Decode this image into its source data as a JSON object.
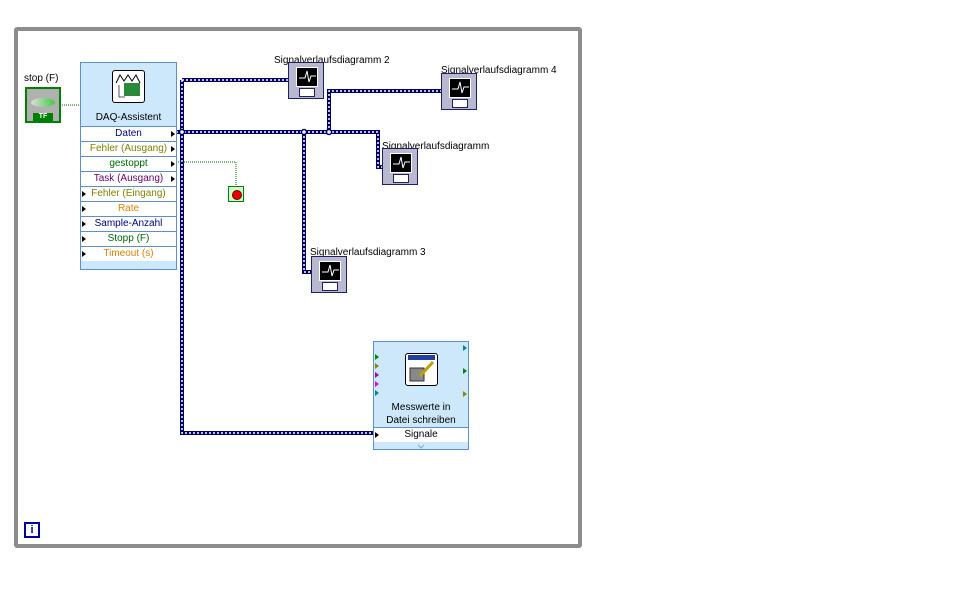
{
  "stop_control": {
    "label": "stop (F)",
    "badge": "TF"
  },
  "daq": {
    "title": "DAQ-Assistent",
    "rows": [
      {
        "label": "Daten",
        "color": "#000080",
        "dir": "out"
      },
      {
        "label": "Fehler (Ausgang)",
        "color": "#808000",
        "dir": "out"
      },
      {
        "label": "gestoppt",
        "color": "#006600",
        "dir": "out"
      },
      {
        "label": "Task (Ausgang)",
        "color": "#660066",
        "dir": "out"
      },
      {
        "label": "Fehler (Eingang)",
        "color": "#808000",
        "dir": "in"
      },
      {
        "label": "Rate",
        "color": "#e08000",
        "dir": "in"
      },
      {
        "label": "Sample-Anzahl",
        "color": "#000080",
        "dir": "in"
      },
      {
        "label": "Stopp (F)",
        "color": "#006600",
        "dir": "in"
      },
      {
        "label": "Timeout (s)",
        "color": "#e08000",
        "dir": "in"
      }
    ]
  },
  "charts": {
    "c2": "Signalverlaufsdiagramm 2",
    "c4": "Signalverlaufsdiagramm 4",
    "c1": "Signalverlaufsdiagramm",
    "c3": "Signalverlaufsdiagramm 3"
  },
  "writer": {
    "title_line1": "Messwerte in",
    "title_line2": "Datei schreiben",
    "input": "Signale"
  },
  "info_icon": "i",
  "colors": {
    "wire": "#000066",
    "block": "#cde8fb",
    "border": "#5a8fd0"
  }
}
